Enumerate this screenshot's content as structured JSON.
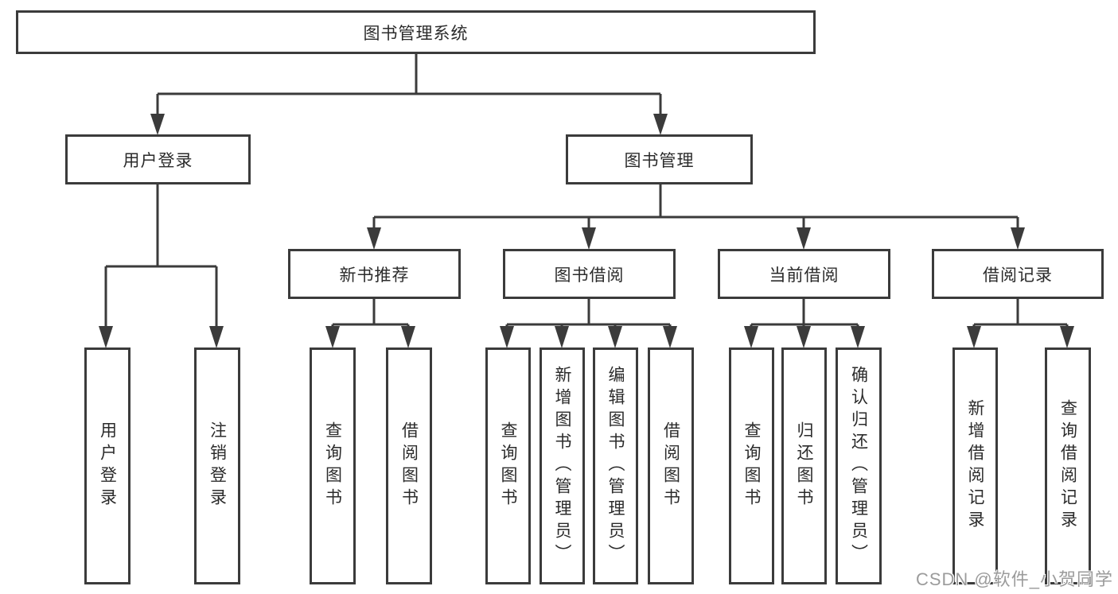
{
  "diagram_title": "图书管理系统",
  "nodes": {
    "root": {
      "label": "图书管理系统"
    },
    "user_login": {
      "label": "用户登录"
    },
    "book_mgmt": {
      "label": "图书管理"
    },
    "new_book_rec": {
      "label": "新书推荐"
    },
    "book_borrow": {
      "label": "图书借阅"
    },
    "current_borrow": {
      "label": "当前借阅"
    },
    "borrow_record": {
      "label": "借阅记录"
    },
    "leaf_user_login": {
      "label": "用户登录"
    },
    "leaf_logout": {
      "label": "注销登录"
    },
    "leaf_query_book_rec": {
      "label": "查询图书"
    },
    "leaf_borrow_book_rec": {
      "label": "借阅图书"
    },
    "leaf_query_book_borrow": {
      "label": "查询图书"
    },
    "leaf_add_book_admin": {
      "label": "新增图书（管理员）"
    },
    "leaf_edit_book_admin": {
      "label": "编辑图书（管理员）"
    },
    "leaf_borrow_book_borrow": {
      "label": "借阅图书"
    },
    "leaf_query_book_current": {
      "label": "查询图书"
    },
    "leaf_return_book": {
      "label": "归还图书"
    },
    "leaf_confirm_return_admin": {
      "label": "确认归还（管理员）"
    },
    "leaf_add_borrow_record": {
      "label": "新增借阅记录"
    },
    "leaf_query_borrow_record": {
      "label": "查询借阅记录"
    }
  },
  "hierarchy": {
    "root": "图书管理系统",
    "children": [
      {
        "label": "用户登录",
        "children": [
          "用户登录",
          "注销登录"
        ]
      },
      {
        "label": "图书管理",
        "children": [
          {
            "label": "新书推荐",
            "children": [
              "查询图书",
              "借阅图书"
            ]
          },
          {
            "label": "图书借阅",
            "children": [
              "查询图书",
              "新增图书（管理员）",
              "编辑图书（管理员）",
              "借阅图书"
            ]
          },
          {
            "label": "当前借阅",
            "children": [
              "查询图书",
              "归还图书",
              "确认归还（管理员）"
            ]
          },
          {
            "label": "借阅记录",
            "children": [
              "新增借阅记录",
              "查询借阅记录"
            ]
          }
        ]
      }
    ]
  },
  "watermark": {
    "text": "CSDN @软件_小贺同学"
  },
  "colors": {
    "line": "#3b3b3b",
    "box_border": "#3b3b3b",
    "text": "#2b2b2b",
    "watermark": "#9b9b9b",
    "background": "#ffffff"
  }
}
